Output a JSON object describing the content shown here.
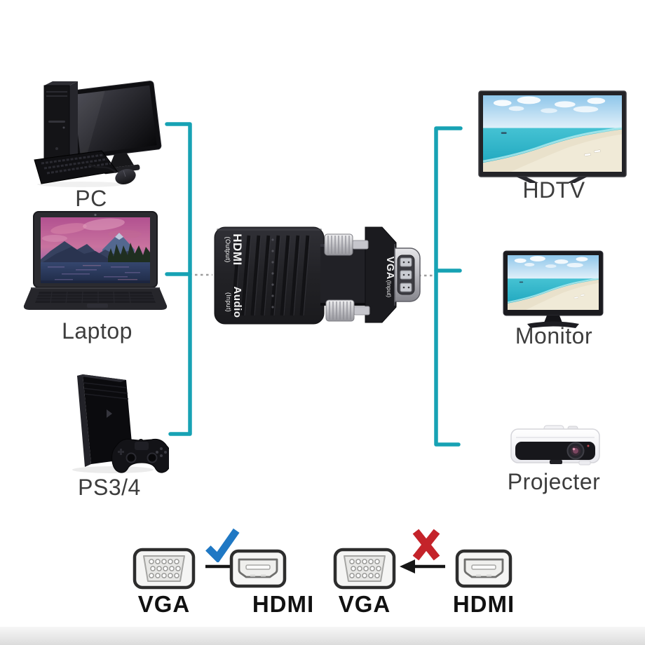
{
  "colors": {
    "bracket_teal": "#17a2b4",
    "check_blue": "#1f78c4",
    "cross_red": "#c4232a",
    "adapter_body": "#202024"
  },
  "source_devices": [
    {
      "label": "PC"
    },
    {
      "label": "Laptop"
    },
    {
      "label": "PS3/4"
    }
  ],
  "output_devices": [
    {
      "label": "HDTV"
    },
    {
      "label": "Monitor"
    },
    {
      "label": "Projecter"
    }
  ],
  "adapter": {
    "hdmi_label": "HDMI",
    "hdmi_sub": "(Output)",
    "audio_label": "Audio",
    "audio_sub": "(Input)",
    "vga_label": "VGA",
    "vga_sub": "(Input)"
  },
  "legend": {
    "supported": {
      "from": "VGA",
      "to": "HDMI"
    },
    "unsupported": {
      "from": "HDMI",
      "to": "VGA"
    }
  }
}
